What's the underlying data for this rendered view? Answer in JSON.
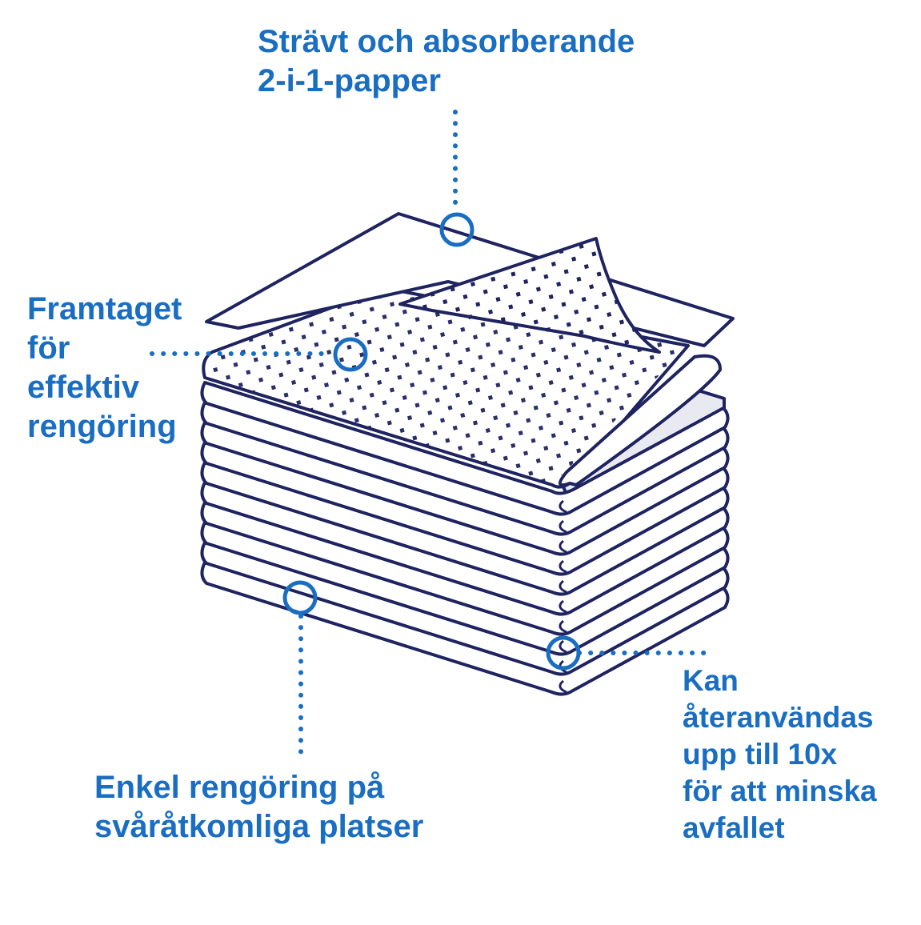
{
  "colors": {
    "accent": "#1a6ec2",
    "outline": "#1f2460",
    "sheet_fill": "#ffffff",
    "sheet_shade": "#e9eaf1"
  },
  "callouts": {
    "top": {
      "lines": [
        "Strävt och absorberande",
        "2-i-1-papper"
      ]
    },
    "left": {
      "lines": [
        "Framtaget",
        "för",
        "effektiv",
        "rengöring"
      ]
    },
    "bottom": {
      "lines": [
        "Enkel rengöring på",
        "svåråtkomliga platser"
      ]
    },
    "right": {
      "lines": [
        "Kan",
        "återanvändas",
        "upp till 10x",
        "för att minska",
        "avfallet"
      ]
    }
  }
}
